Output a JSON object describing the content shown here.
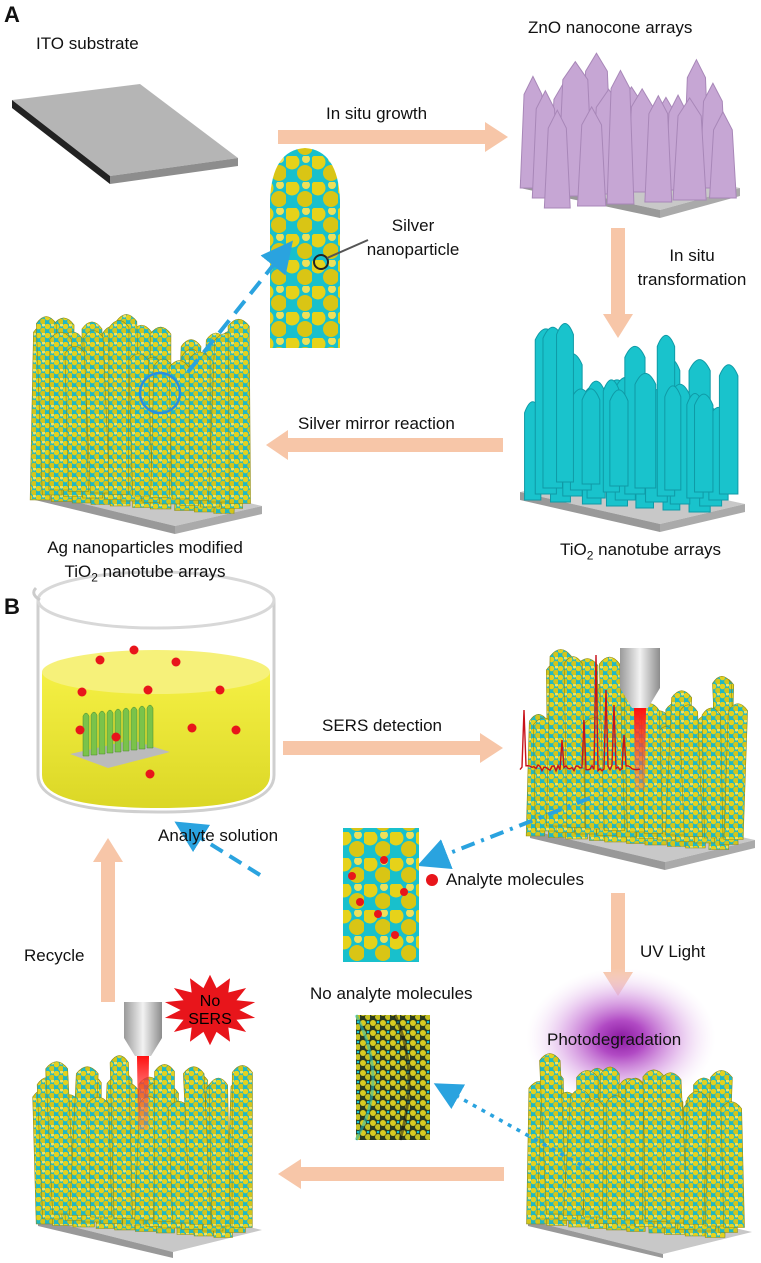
{
  "panelA": {
    "letter": "A",
    "ito": "ITO substrate",
    "zno": "ZnO nanocone arrays",
    "growth": "In situ growth",
    "transform_1": "In situ",
    "transform_2": "transformation",
    "silver_1": "Silver",
    "silver_2": "nanoparticle",
    "mirror": "Silver mirror reaction",
    "tio2_pre": "TiO",
    "tio2_sub": "2",
    "tio2_post": " nanotube arrays",
    "agmod_1": "Ag nanoparticles modified",
    "agmod_2_pre": "TiO",
    "agmod_2_sub": "2",
    "agmod_2_post": " nanotube arrays"
  },
  "panelB": {
    "letter": "B",
    "sers": "SERS detection",
    "analyte_solution": "Analyte solution",
    "analyte_molecules": "Analyte molecules",
    "uv": "UV Light",
    "photodeg": "Photodegradation",
    "no_analyte": "No analyte molecules",
    "recycle": "Recycle",
    "star_1": "No",
    "star_2": "SERS"
  },
  "colors": {
    "arrow": "#f7c6a8",
    "dash": "#2aa3df",
    "cyan": "#18c6cf",
    "gold": "#d9cc22",
    "pink": "#c9a9d6",
    "red": "#e8151b",
    "substrate": "#bdbdbd"
  }
}
